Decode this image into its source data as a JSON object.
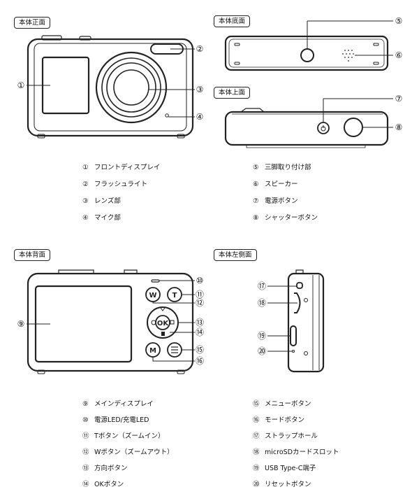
{
  "views": {
    "front": "本体正面",
    "bottom": "本体底面",
    "top": "本体上面",
    "back": "本体背面",
    "left_side": "本体左側面"
  },
  "callouts": [
    "①",
    "②",
    "③",
    "④",
    "⑤",
    "⑥",
    "⑦",
    "⑧",
    "⑨",
    "⑩",
    "⑪",
    "⑫",
    "⑬",
    "⑭",
    "⑮",
    "⑯",
    "⑰",
    "⑱",
    "⑲",
    "⑳"
  ],
  "buttons": {
    "w": "W",
    "t": "T",
    "ok": "OK",
    "m": "M"
  },
  "legend_group_1": [
    {
      "num": "①",
      "label": "フロントディスプレイ"
    },
    {
      "num": "②",
      "label": "フラッシュライト"
    },
    {
      "num": "③",
      "label": "レンズ部"
    },
    {
      "num": "④",
      "label": "マイク部"
    }
  ],
  "legend_group_2": [
    {
      "num": "⑤",
      "label": "三脚取り付け部"
    },
    {
      "num": "⑥",
      "label": "スピーカー"
    },
    {
      "num": "⑦",
      "label": "電源ボタン"
    },
    {
      "num": "⑧",
      "label": "シャッターボタン"
    }
  ],
  "legend_group_3": [
    {
      "num": "⑨",
      "label": "メインディスプレイ"
    },
    {
      "num": "⑩",
      "label": "電源LED/充電LED"
    },
    {
      "num": "⑪",
      "label": "Tボタン（ズームイン）"
    },
    {
      "num": "⑫",
      "label": "Wボタン（ズームアウト）"
    },
    {
      "num": "⑬",
      "label": "方向ボタン"
    },
    {
      "num": "⑭",
      "label": "OKボタン"
    }
  ],
  "legend_group_4": [
    {
      "num": "⑮",
      "label": "メニューボタン"
    },
    {
      "num": "⑯",
      "label": "モードボタン"
    },
    {
      "num": "⑰",
      "label": "ストラップホール"
    },
    {
      "num": "⑱",
      "label": "microSDカードスロット"
    },
    {
      "num": "⑲",
      "label": "USB Type-C端子"
    },
    {
      "num": "⑳",
      "label": "リセットボタン"
    }
  ]
}
